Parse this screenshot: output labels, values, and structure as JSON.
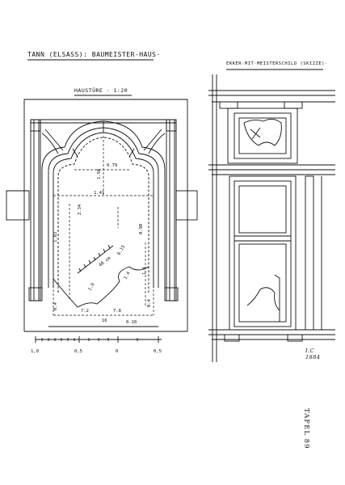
{
  "titles": {
    "main": "TANN (ELSASS): BAUMEISTER-HAUS·",
    "door": "HAUSTÜRE · 1:20",
    "oriel": "ERKER·MIT·MEISTERSCHILD (SKIZZE)·"
  },
  "dimensions": [
    "1.58",
    "0.79",
    "1.41",
    "2.34",
    "1.83",
    "0.90",
    "1.4",
    "40 cm",
    "0.15",
    "1.4",
    "1.0",
    "0.4",
    "0.4",
    "7.2",
    "7.8",
    "16",
    "0.10"
  ],
  "scale_ticks": [
    "1,0",
    "0,5",
    "0",
    "0,5"
  ],
  "signature": {
    "initials": "I.C",
    "year": "1884"
  },
  "plate": "TAFEL 89",
  "colors": {
    "ink": "#111111",
    "paper": "#ffffff"
  }
}
